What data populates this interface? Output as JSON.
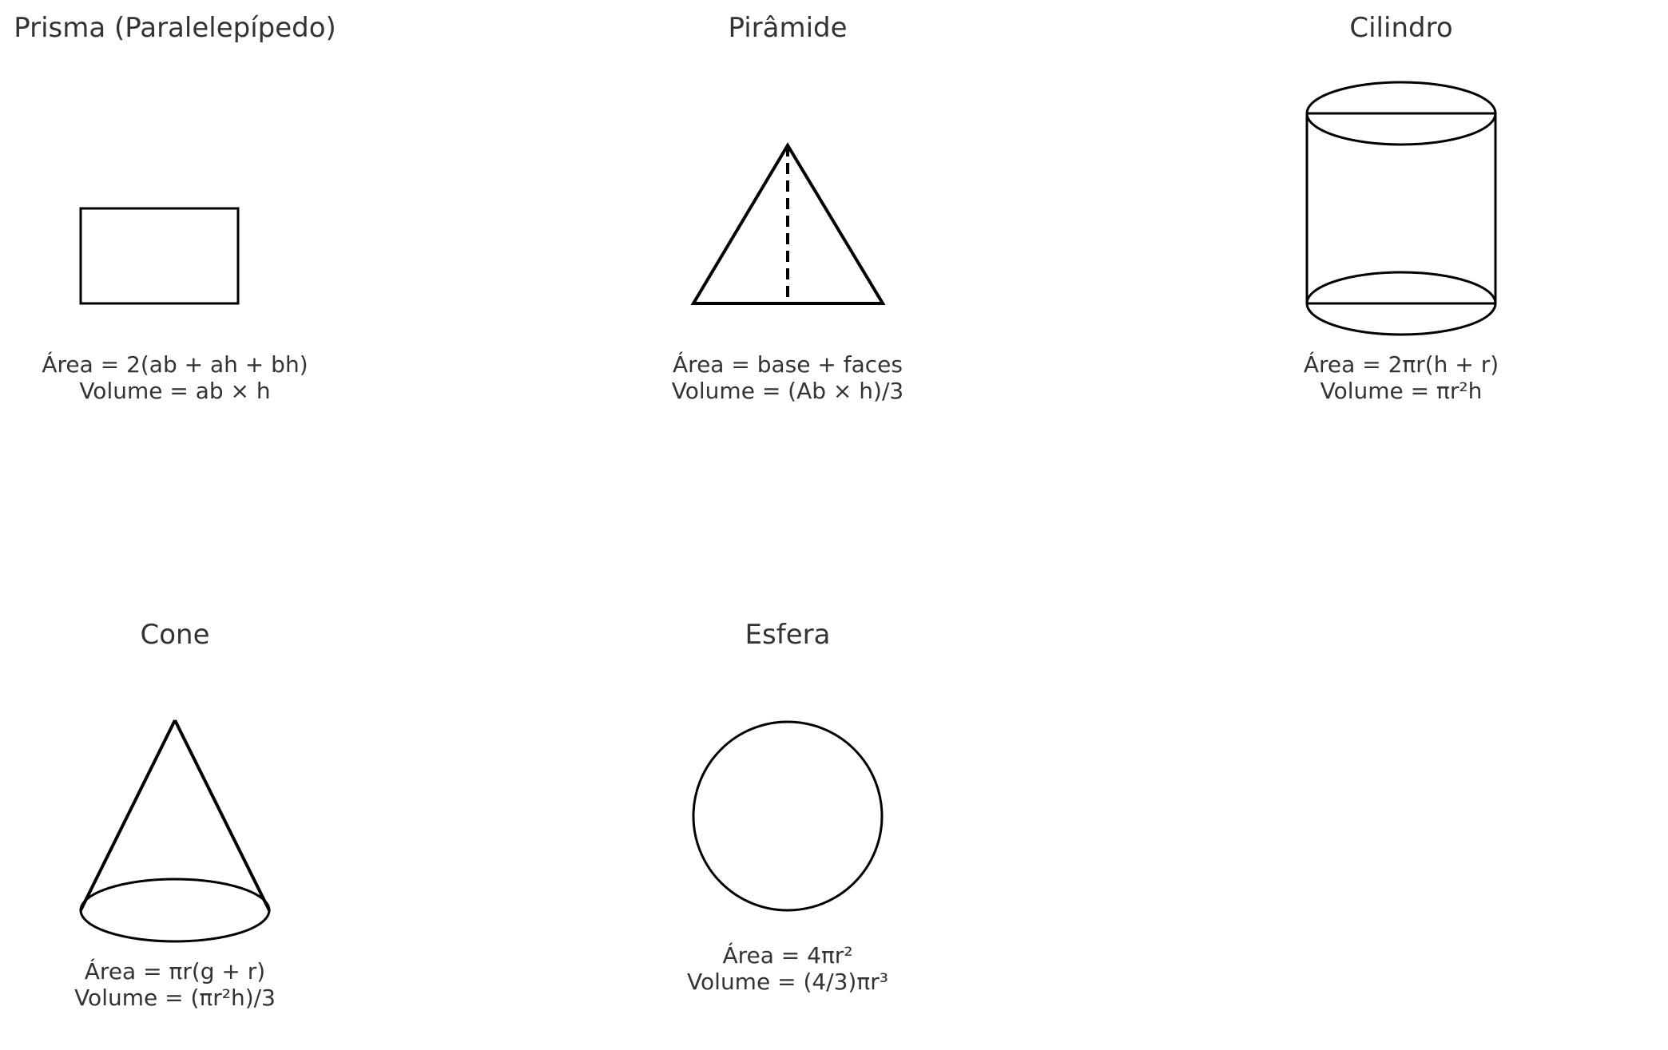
{
  "solids": [
    {
      "title": "Prisma (Paralelepípedo)",
      "area": "Área = 2(ab + ah + bh)",
      "volume": "Volume = ab × h"
    },
    {
      "title": "Pirâmide",
      "area": "Área = base + faces",
      "volume": "Volume = (Ab × h)/3"
    },
    {
      "title": "Cilindro",
      "area": "Área = 2πr(h + r)",
      "volume": "Volume = πr²h"
    },
    {
      "title": "Cone",
      "area": "Área = πr(g + r)",
      "volume": "Volume = (πr²h)/3"
    },
    {
      "title": "Esfera",
      "area": "Área = 4πr²",
      "volume": "Volume = (4/3)πr³"
    }
  ]
}
